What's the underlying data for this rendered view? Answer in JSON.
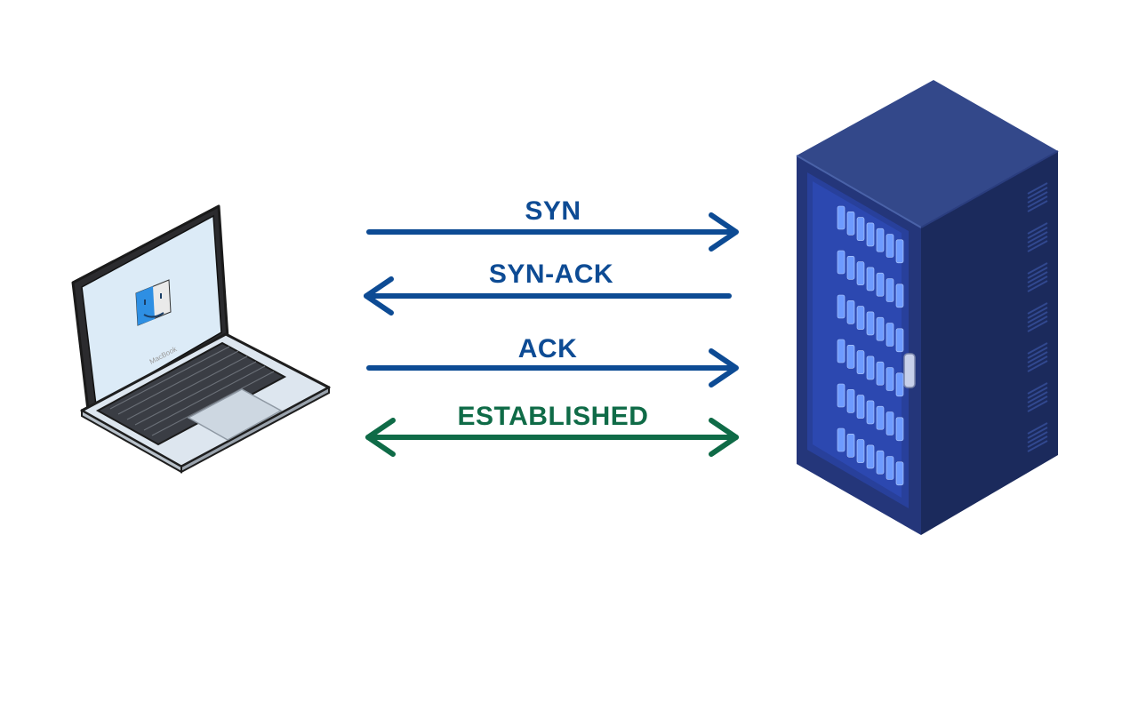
{
  "messages": [
    {
      "label": "SYN",
      "direction": "client-to-server"
    },
    {
      "label": "SYN-ACK",
      "direction": "server-to-client"
    },
    {
      "label": "ACK",
      "direction": "client-to-server"
    },
    {
      "label": "ESTABLISHED",
      "direction": "bidirectional"
    }
  ],
  "laptop": {
    "brand_text": "MacBook",
    "screen_icon": "finder-icon"
  },
  "colors": {
    "handshake": "#0d4b94",
    "established": "#0f6b47",
    "server_body": "#22336b",
    "server_top": "#34488a",
    "server_glow": "#3f6fe8"
  }
}
